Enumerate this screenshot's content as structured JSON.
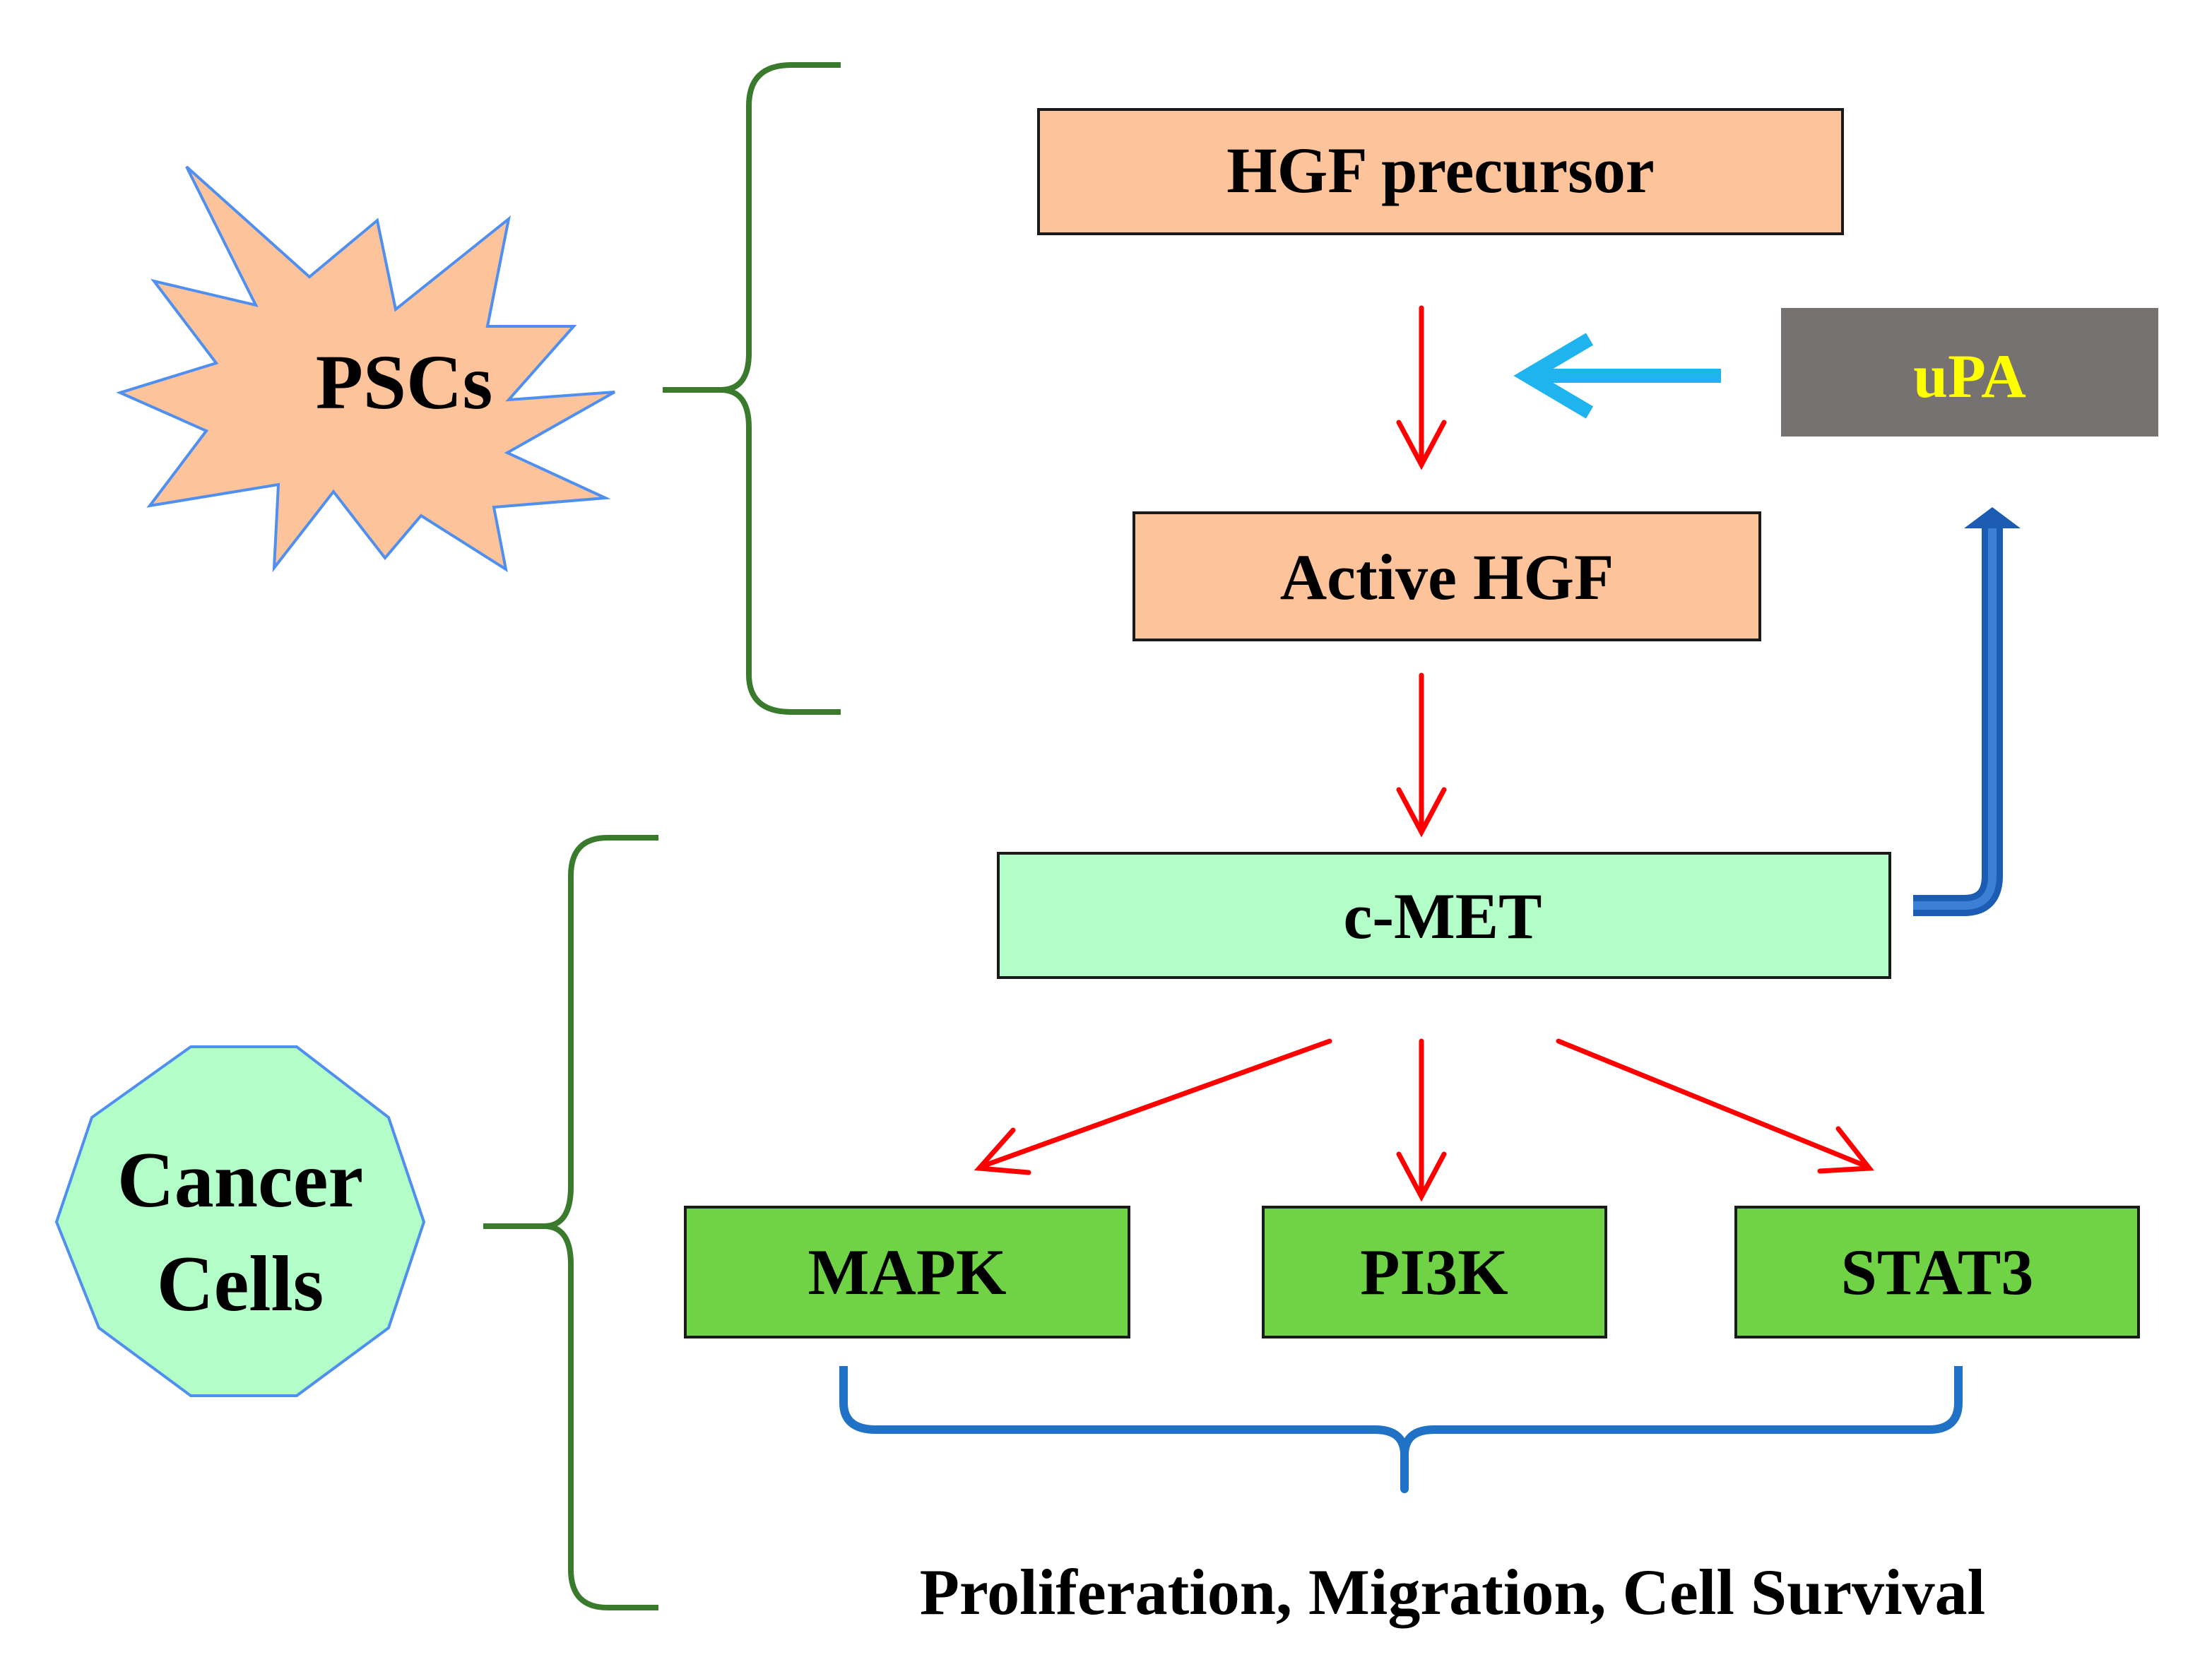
{
  "nodes": {
    "pscs": "PSCs",
    "cancer_cells_line1": "Cancer",
    "cancer_cells_line2": "Cells",
    "hgf_precursor": "HGF precursor",
    "active_hgf": "Active HGF",
    "upa": "uPA",
    "cmet": "c-MET",
    "mapk": "MAPK",
    "pi3k": "PI3K",
    "stat3": "STAT3"
  },
  "outcome": "Proliferation, Migration, Cell Survival",
  "colors": {
    "peach_fill": "#fdc39a",
    "mint_fill": "#b3fdc9",
    "green_fill": "#6fd345",
    "upa_fill": "#767271",
    "upa_text": "#ffff00",
    "red_arrow": "#ff0000",
    "cyan_arrow": "#1fb4f0",
    "blue_arrow": "#1c5cb3",
    "bracket_green": "#3a7a2c",
    "bracket_blue": "#1f72c6",
    "shape_outline": "#4f8ff0"
  }
}
